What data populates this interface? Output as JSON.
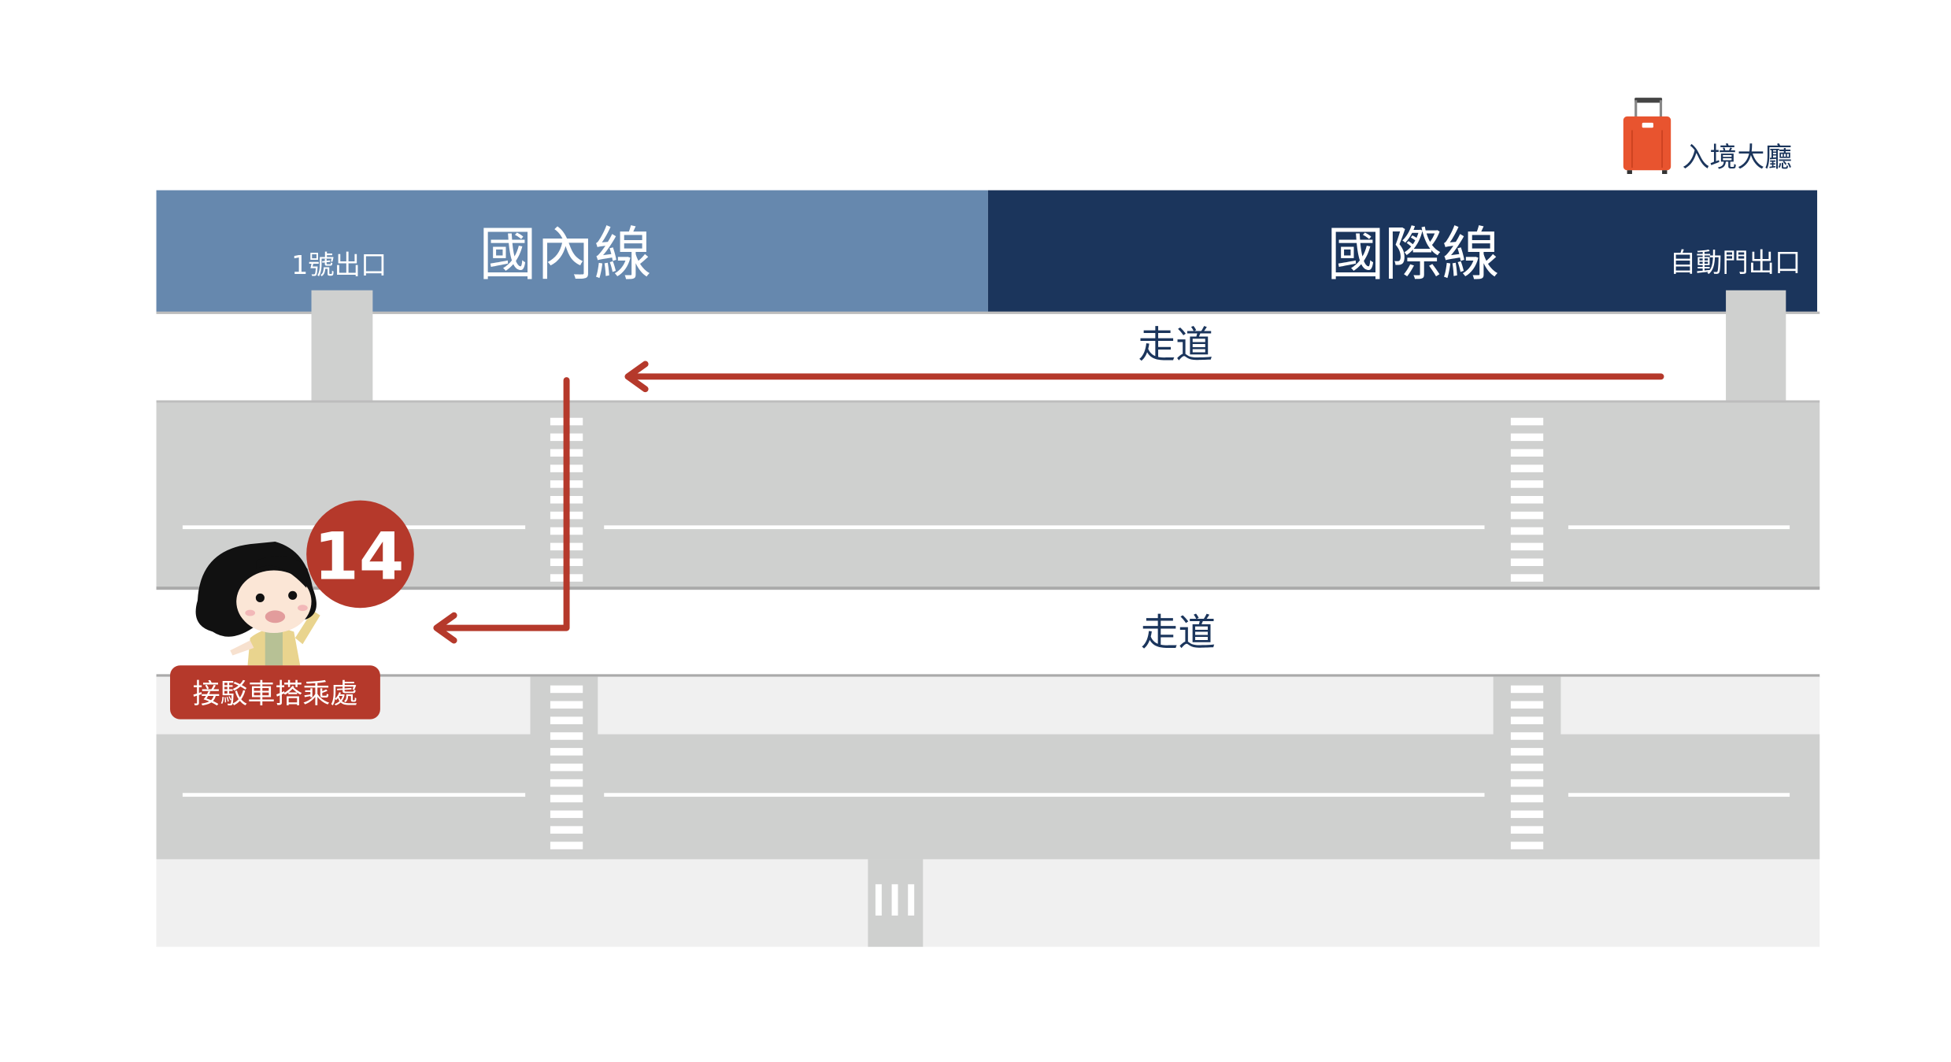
{
  "arrival_hall": {
    "label": "入境大廳",
    "icon": "luggage-icon"
  },
  "header": {
    "domestic": {
      "title": "國內線",
      "exit_label": "1號出口"
    },
    "international": {
      "title": "國際線",
      "exit_label": "自動門出口"
    }
  },
  "walkway_top": {
    "label": "走道"
  },
  "walkway_middle": {
    "label": "走道"
  },
  "pickup": {
    "number": "14",
    "label": "接駁車搭乘處",
    "icon": "girl-pointing-icon"
  },
  "colors": {
    "domestic": "#6688ae",
    "international": "#1b355c",
    "route": "#b5392b",
    "road": "#cfd0cf",
    "sidewalk": "#f0f0f0",
    "suitcase": "#e8542f"
  }
}
